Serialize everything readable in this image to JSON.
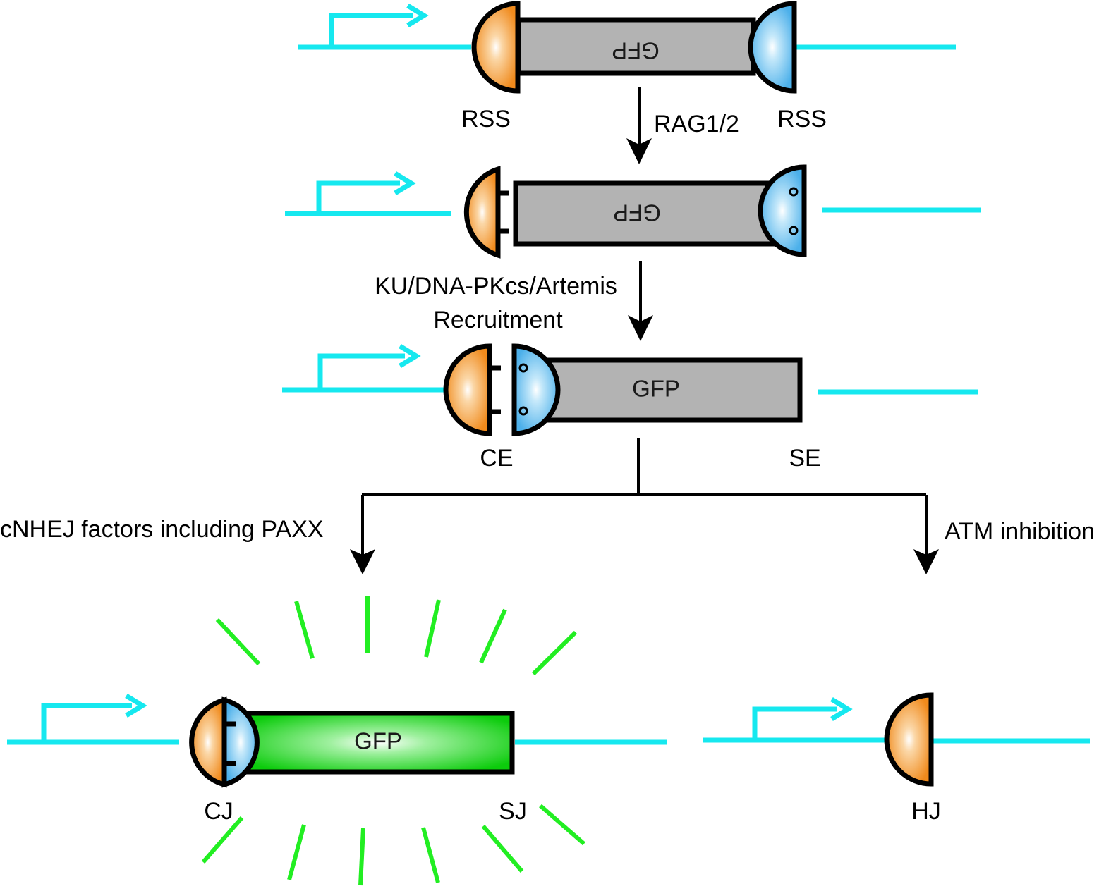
{
  "labels": {
    "rss_left": "RSS",
    "rss_right": "RSS",
    "rag": "RAG1/2",
    "recruit_line1": "KU/DNA-PKcs/Artemis",
    "recruit_line2": "Recruitment",
    "ce": "CE",
    "se": "SE",
    "cnhej": "cNHEJ factors including PAXX",
    "atm": "ATM inhibition",
    "cj": "CJ",
    "sj": "SJ",
    "hj": "HJ"
  },
  "gfp_labels": {
    "row1": "GFP",
    "row2": "GFP",
    "row3": "GFP",
    "row4": "GFP"
  },
  "colors": {
    "dna": "#16e8ef",
    "rss_orange": "#f59a2c",
    "rss_blue": "#5fbfee",
    "gfp_inactive": "#b3b3b3",
    "gfp_active": "#16d316",
    "glow_rays": "#22ee22",
    "outline": "#000000"
  },
  "icons": [
    "promoter-arrow-icon",
    "rss-orange-icon",
    "rss-blue-icon",
    "glow-ray-icon"
  ]
}
